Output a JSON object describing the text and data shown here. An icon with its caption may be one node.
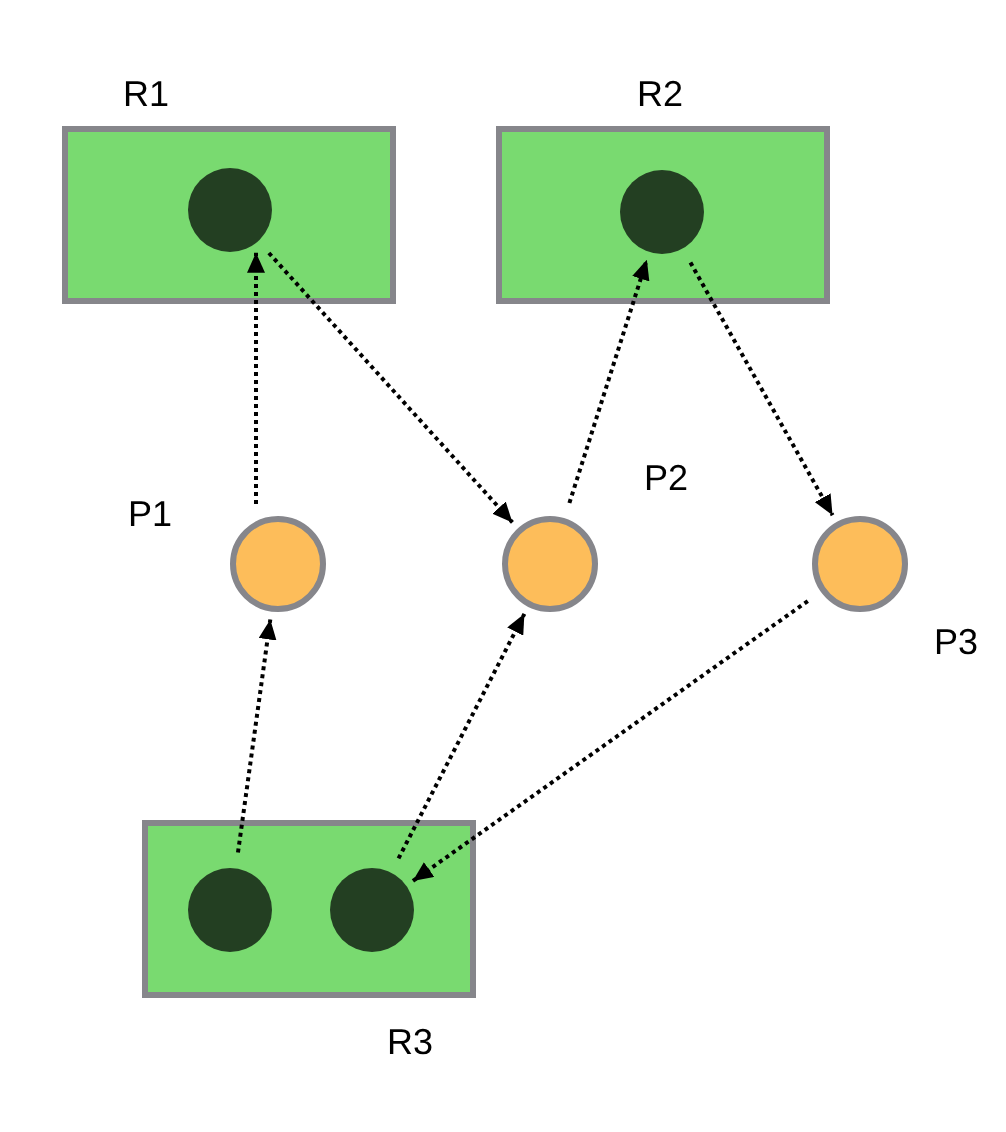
{
  "diagram": {
    "nodes": [
      {
        "text": [
          "R1"
        ]
      },
      {
        "text": [],
        "shape": "circle",
        "in": 0
      },
      {
        "text": [
          "R2"
        ]
      },
      {
        "text": [],
        "shape": "circle",
        "in": 2
      },
      {
        "text": [
          "P1"
        ]
      },
      {
        "text": [
          "P2"
        ]
      },
      {
        "text": [
          "P3"
        ]
      },
      {
        "text": [
          "R3"
        ]
      },
      {
        "text": [],
        "shape": "circle",
        "in": 7
      },
      {
        "text": [],
        "shape": "circle",
        "in": 7
      }
    ],
    "edges": [
      {
        "from": 4,
        "to": 1,
        "arrow": "to",
        "style": "dashed"
      },
      {
        "from": 1,
        "to": 5,
        "arrow": "to",
        "style": "dashed"
      },
      {
        "from": 5,
        "to": 3,
        "arrow": "to",
        "style": "dashed"
      },
      {
        "from": 3,
        "to": 6,
        "arrow": "to",
        "style": "dashed"
      },
      {
        "from": 6,
        "to": 9,
        "arrow": "to",
        "style": "dashed"
      },
      {
        "from": 8,
        "to": 4,
        "arrow": "to",
        "style": "dashed"
      },
      {
        "from": 9,
        "to": 5,
        "arrow": "to",
        "style": "dashed"
      }
    ]
  }
}
